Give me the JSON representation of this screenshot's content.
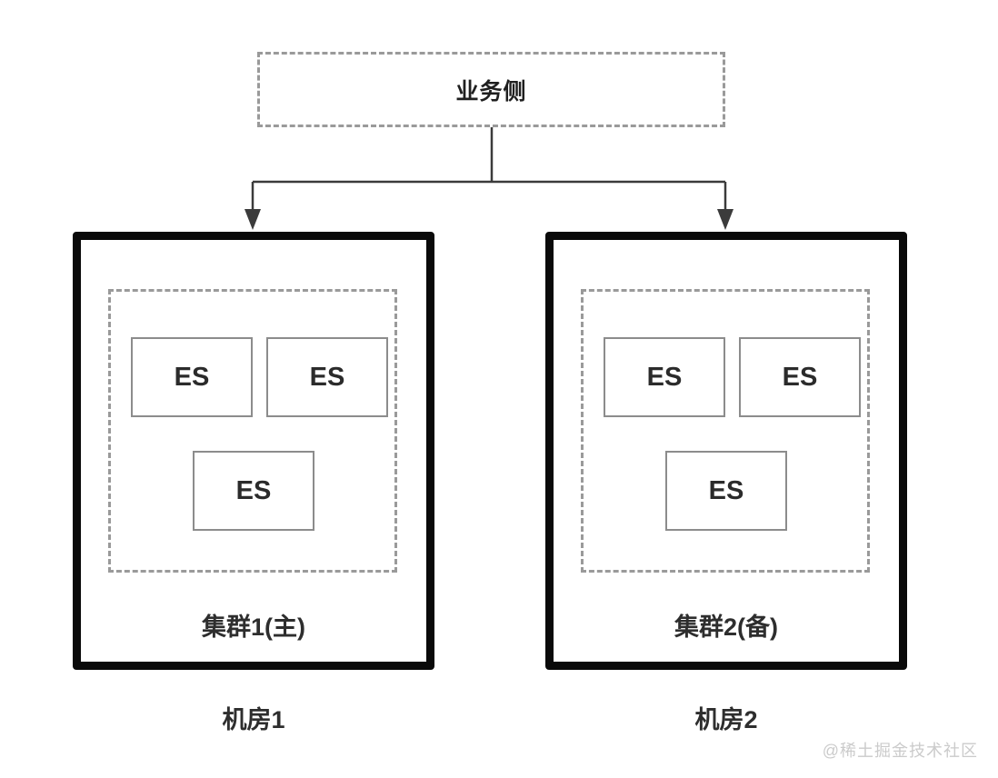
{
  "diagram": {
    "business_box": {
      "label": "业务侧"
    },
    "clusters": [
      {
        "cluster_label": "集群1(主)",
        "room_label": "机房1",
        "nodes": [
          "ES",
          "ES",
          "ES"
        ]
      },
      {
        "cluster_label": "集群2(备)",
        "room_label": "机房2",
        "nodes": [
          "ES",
          "ES",
          "ES"
        ]
      }
    ],
    "watermark": "@稀土掘金技术社区",
    "colors": {
      "line": "#3b3b3b",
      "thick_border": "#0a0a0a",
      "dashed_border": "#9a9a9a",
      "node_border": "#8c8c8c",
      "label_text": "#2e2e2e",
      "watermark_text": "#cbcbcb",
      "background": "#ffffff"
    }
  }
}
